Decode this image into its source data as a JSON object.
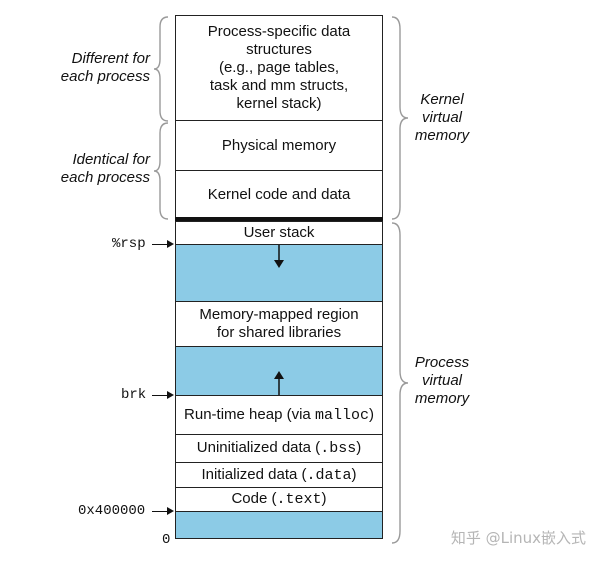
{
  "kernel_groups": {
    "different": "Different for\neach process",
    "identical": "Identical for\neach process",
    "kernel_virtual": "Kernel\nvirtual\nmemory"
  },
  "process_virtual": "Process\nvirtual\nmemory",
  "segments": {
    "process_specific": "Process-specific data\nstructures\n(e.g., page tables,\ntask and mm structs,\nkernel stack)",
    "physical_memory": "Physical memory",
    "kernel_code": "Kernel code and data",
    "user_stack": "User stack",
    "mmap_region": "Memory-mapped region\nfor shared libraries",
    "heap_prefix": "Run-time heap (via ",
    "heap_code": "malloc",
    "heap_suffix": ")",
    "bss_prefix": "Uninitialized data (",
    "bss_code": ".bss",
    "bss_suffix": ")",
    "data_prefix": "Initialized data (",
    "data_code": ".data",
    "data_suffix": ")",
    "text_prefix": "Code (",
    "text_code": ".text",
    "text_suffix": ")"
  },
  "addresses": {
    "rsp": "%rsp",
    "brk": "brk",
    "text_start": "0x400000",
    "zero": "0"
  },
  "watermark": "知乎 @Linux嵌入式",
  "colors": {
    "unused_fill": "#8ccbe6",
    "border": "#222222"
  }
}
